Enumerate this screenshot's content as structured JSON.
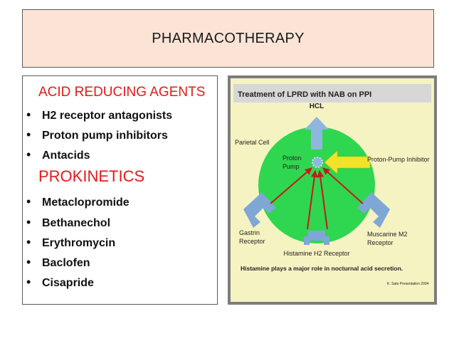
{
  "slide": {
    "title": "PHARMACOTHERAPY",
    "acid_heading": "ACID REDUCING AGENTS",
    "acid_items": [
      "H2 receptor antagonists",
      "Proton pump inhibitors",
      "Antacids"
    ],
    "prokinetics_heading": "PROKINETICS",
    "prokinetics_items": [
      "Metaclopromide",
      "Bethanechol",
      "Erythromycin",
      "Baclofen",
      "Cisapride"
    ],
    "bullet": "•"
  },
  "figure": {
    "title": "Treatment of LPRD with NAB on PPI",
    "hcl": "HCL",
    "parietal_cell": "Parietal Cell",
    "proton_pump_1": "Proton",
    "proton_pump_2": "Pump",
    "ppi": "Proton-Pump Inhibitor",
    "gastrin_1": "Gastrin",
    "gastrin_2": "Receptor",
    "muscarine_1": "Muscarine M2",
    "muscarine_2": "Receptor",
    "histamine": "Histamine H2 Receptor",
    "caption": "Histamine plays a major role in nocturnal acid secretion.",
    "credit": "K. Sato Presentation 2004",
    "colors": {
      "panel_bg": "#f6f3c2",
      "cell": "#2fd64f",
      "receptor": "#7fa7d6",
      "arrow_red": "#c41a1a",
      "arrow_yellow": "#f3e22a",
      "hcl_arrow": "#8fb6dd",
      "title_bg": "#d7d7d7"
    }
  }
}
